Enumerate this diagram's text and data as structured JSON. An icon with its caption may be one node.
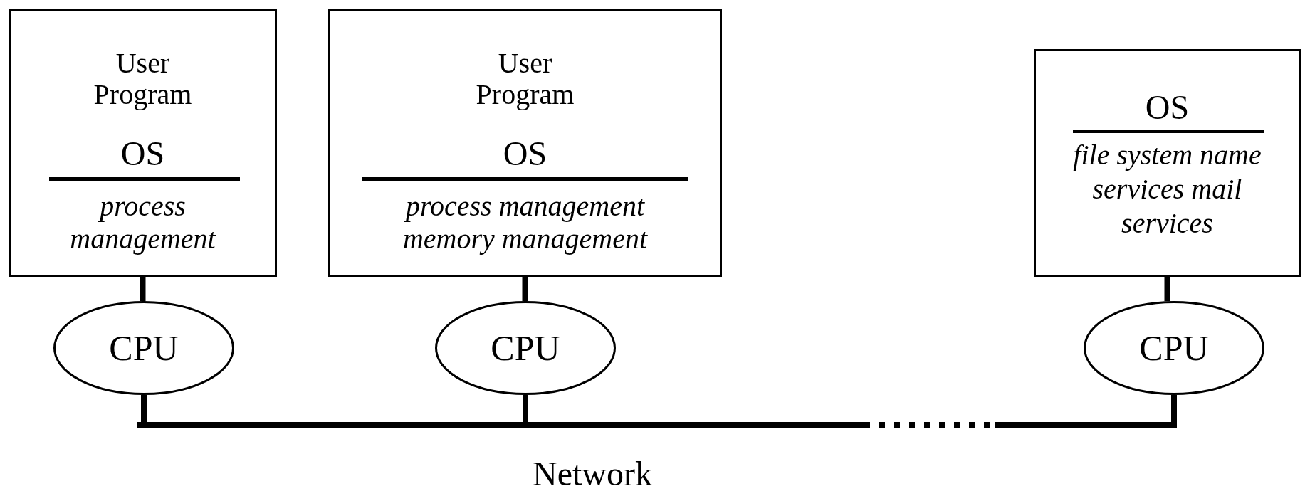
{
  "diagram": {
    "nodes": [
      {
        "text": [
          "User Program",
          "OS",
          "process management"
        ]
      },
      {
        "text": [
          "User Program",
          "OS",
          "process management memory management"
        ]
      },
      {
        "text": [
          "OS",
          "file system name services mail services"
        ]
      },
      {
        "text": [
          "CPU"
        ]
      },
      {
        "text": [
          "CPU"
        ]
      },
      {
        "text": [
          "CPU"
        ]
      },
      {
        "text": [],
        "shape": "bar",
        "beside": [
          "Network"
        ]
      }
    ],
    "edges": [
      {
        "from": 0,
        "to": 3,
        "arrow": "none"
      },
      {
        "from": 1,
        "to": 4,
        "arrow": "none"
      },
      {
        "from": 2,
        "to": 5,
        "arrow": "none"
      },
      {
        "from": 3,
        "to": 6,
        "arrow": "none"
      },
      {
        "from": 4,
        "to": 6,
        "arrow": "none"
      },
      {
        "from": 5,
        "to": 6,
        "arrow": "none"
      }
    ]
  }
}
